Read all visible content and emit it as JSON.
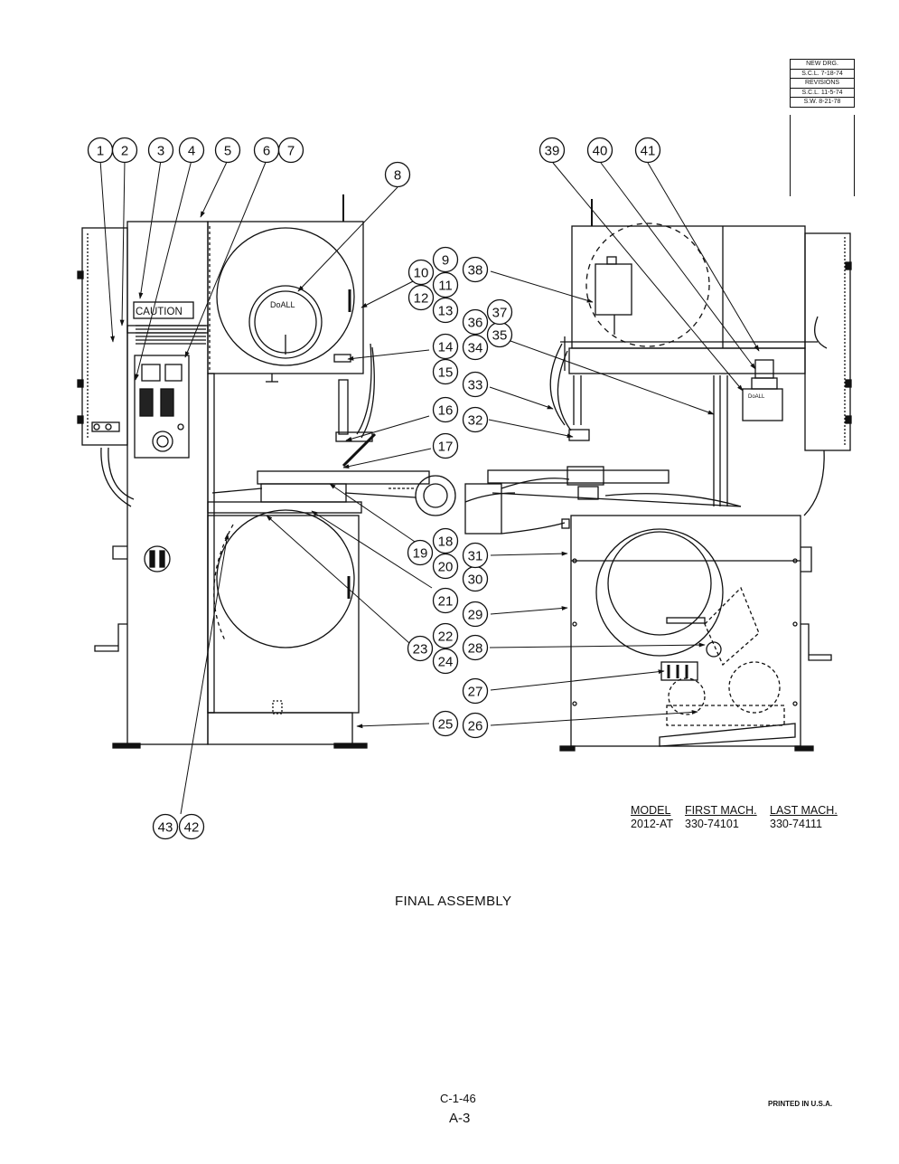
{
  "revision_block": {
    "lines": [
      "NEW DRG.",
      "S.C.L.  7-18-74",
      "REVISIONS",
      "S.C.L. 11-5-74",
      "S.W. 8-21-78"
    ]
  },
  "machine_labels": {
    "caution": "CAUTION",
    "brand_upper": "DoALL",
    "brand_small": "DoALL"
  },
  "callouts": [
    "1",
    "2",
    "3",
    "4",
    "5",
    "6",
    "7",
    "8",
    "9",
    "10",
    "11",
    "12",
    "13",
    "14",
    "15",
    "16",
    "17",
    "18",
    "19",
    "20",
    "21",
    "22",
    "23",
    "24",
    "25",
    "26",
    "27",
    "28",
    "29",
    "30",
    "31",
    "32",
    "33",
    "34",
    "35",
    "36",
    "37",
    "38",
    "39",
    "40",
    "41",
    "42",
    "43"
  ],
  "model_table": {
    "headers": [
      "MODEL",
      "FIRST MACH.",
      "LAST MACH."
    ],
    "rows": [
      [
        "2012-AT",
        "330-74101",
        "330-74111"
      ]
    ]
  },
  "title": "FINAL ASSEMBLY",
  "page_code": "C-1-46",
  "page_number": "A-3",
  "printed_note": "PRINTED IN U.S.A."
}
